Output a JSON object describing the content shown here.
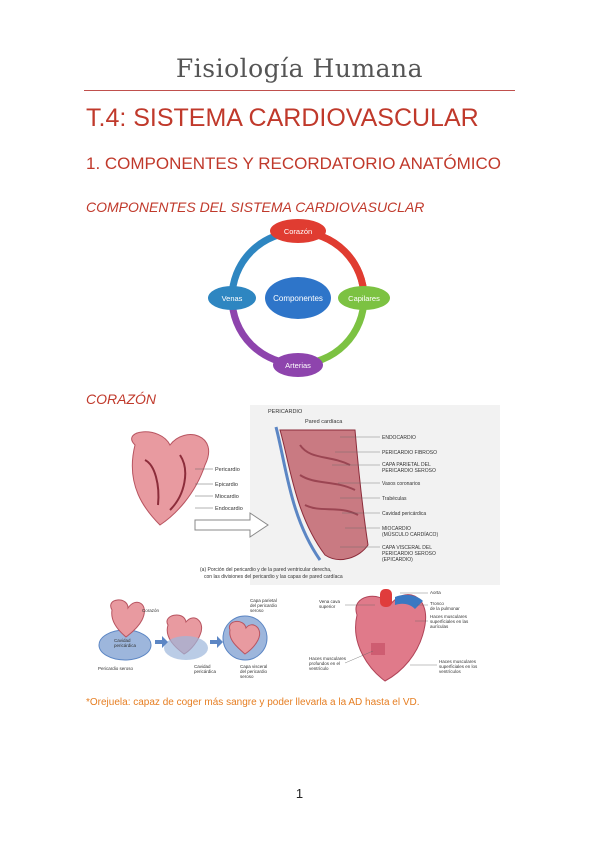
{
  "header": {
    "title": "Fisiología Humana"
  },
  "chapter_title": "T.4: SISTEMA CARDIOVASCULAR",
  "section_title": "1. COMPONENTES Y RECORDATORIO ANATÓMICO",
  "subsection_components": "COMPONENTES DEL SISTEMA CARDIOVASUCLAR",
  "cycle_diagram": {
    "center": "Componentes",
    "nodes": [
      "Corazón",
      "Capilares",
      "Arterias",
      "Venas"
    ],
    "colors": [
      "#e03c31",
      "#7cc242",
      "#8e44ad",
      "#2e86c1"
    ]
  },
  "subsection_heart": "CORAZÓN",
  "heart_figure": {
    "top_labels": [
      "PERICARDIO",
      "Pared cardíaca"
    ],
    "left_labels": [
      "Pericardio",
      "Epicardio",
      "Miocardio",
      "Endocardio"
    ],
    "right_labels": [
      "ENDOCARDIO",
      "PERICARDIO FIBROSO",
      "CAPA PARIETAL DEL",
      "PERICARDIO SEROSO",
      "Vasos coronarios",
      "Trabéculas",
      "Cavidad pericárdica",
      "MIOCARDIO",
      "(MÚSCULO CARDÍACO)",
      "CAPA VISCERAL DEL",
      "PERICARDIO SEROSO",
      "(EPICARDIO)"
    ],
    "caption": [
      "(a) Porción del pericardio y de la pared ventricular derecha,",
      "con las divisiones del pericardio y las capas de pared cardíaca"
    ]
  },
  "pericardium_figure": {
    "labels": [
      "Corazón",
      "Cavidad",
      "pericárdica",
      "Pericardio seroso",
      "Capa parietal",
      "del pericardio",
      "seroso",
      "Cavidad",
      "pericárdica",
      "Capa visceral",
      "del pericardio",
      "seroso"
    ]
  },
  "muscle_figure": {
    "labels": [
      "Aorta",
      "Tronco",
      "de la pulmonar",
      "Vena cava",
      "superior",
      "Haces musculares",
      "superficiales en las",
      "aurículas",
      "Haces musculares",
      "profundos en el",
      "ventrículo",
      "Haces musculares",
      "superficiales en los",
      "ventrículos"
    ]
  },
  "note": "*Orejuela: capaz de coger más sangre y poder llevarla a la AD hasta el VD.",
  "page_number": "1"
}
